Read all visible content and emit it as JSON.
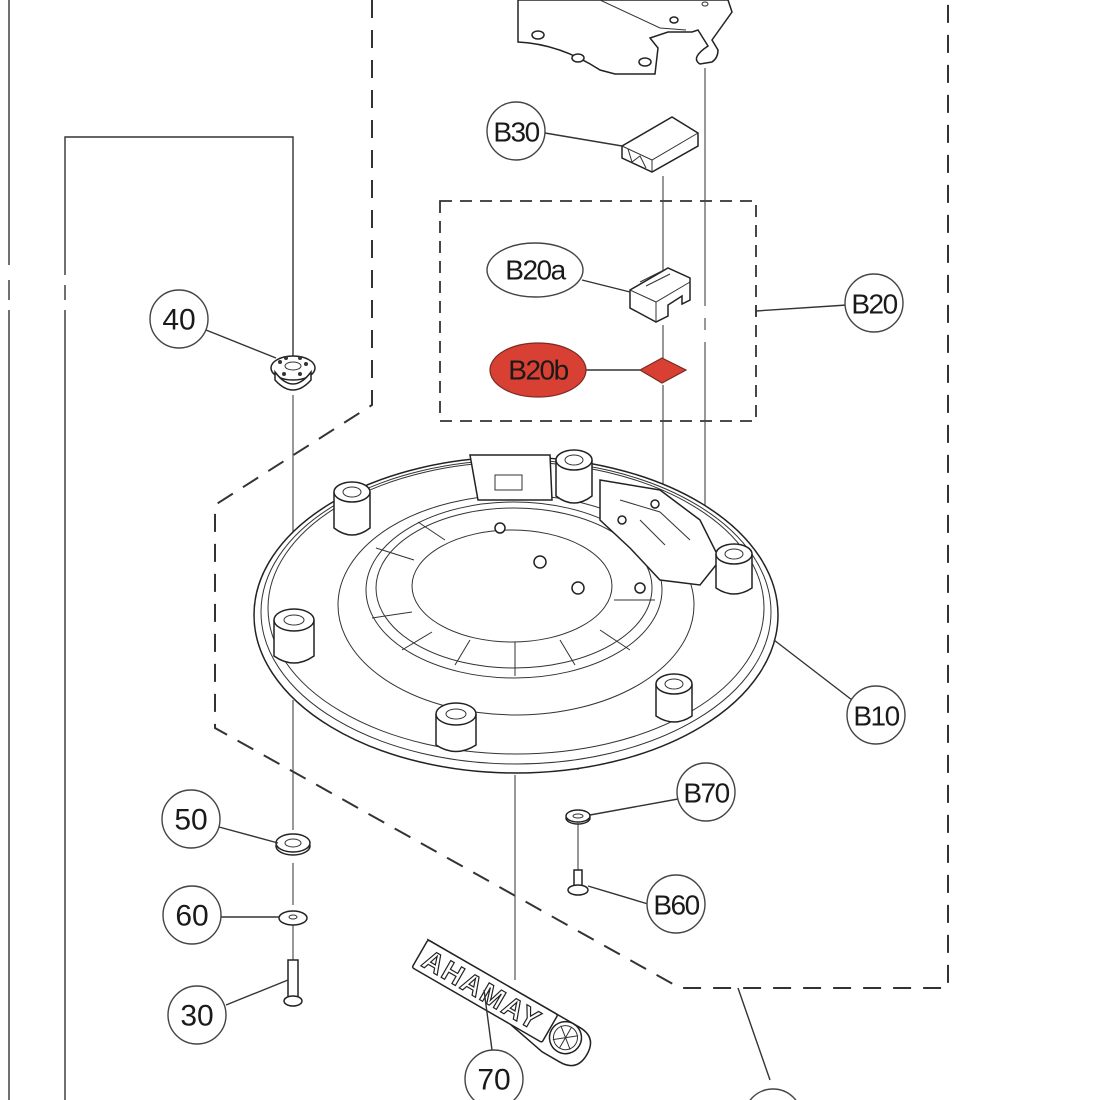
{
  "diagram": {
    "type": "exploded-parts-view",
    "highlight_color": "#d94034",
    "callouts": [
      {
        "id": "40",
        "label": "40",
        "part": "button-top-cap"
      },
      {
        "id": "B30",
        "label": "B30",
        "part": "block-cover"
      },
      {
        "id": "B20a",
        "label": "B20a",
        "part": "clip-bracket"
      },
      {
        "id": "B20b",
        "label": "B20b",
        "part": "diamond-pad",
        "highlighted": true
      },
      {
        "id": "B20",
        "label": "B20",
        "part": "sub-assembly-group"
      },
      {
        "id": "B10",
        "label": "B10",
        "part": "base-plate"
      },
      {
        "id": "50",
        "label": "50",
        "part": "washer"
      },
      {
        "id": "60",
        "label": "60",
        "part": "washer-small"
      },
      {
        "id": "30",
        "label": "30",
        "part": "screw"
      },
      {
        "id": "B70",
        "label": "B70",
        "part": "washer"
      },
      {
        "id": "B60",
        "label": "B60",
        "part": "screw"
      },
      {
        "id": "70",
        "label": "70",
        "part": "logo-badge"
      }
    ],
    "logo_text": "AHAMAY"
  }
}
